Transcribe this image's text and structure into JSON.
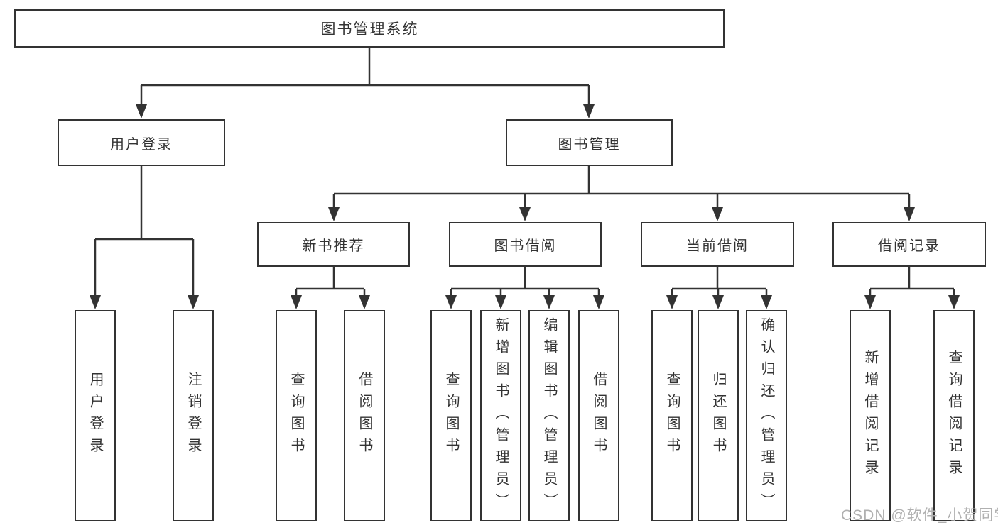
{
  "diagram": {
    "type": "hierarchy-tree",
    "tree": {
      "label": "图书管理系统",
      "children": [
        {
          "label": "用户登录",
          "children": [
            {
              "label": "用户登录"
            },
            {
              "label": "注销登录"
            }
          ]
        },
        {
          "label": "图书管理",
          "children": [
            {
              "label": "新书推荐",
              "children": [
                {
                  "label": "查询图书"
                },
                {
                  "label": "借阅图书"
                }
              ]
            },
            {
              "label": "图书借阅",
              "children": [
                {
                  "label": "查询图书"
                },
                {
                  "label": "新增图书（管理员）"
                },
                {
                  "label": "编辑图书（管理员）"
                },
                {
                  "label": "借阅图书"
                }
              ]
            },
            {
              "label": "当前借阅",
              "children": [
                {
                  "label": "查询图书"
                },
                {
                  "label": "归还图书"
                },
                {
                  "label": "确认归还（管理员）"
                }
              ]
            },
            {
              "label": "借阅记录",
              "children": [
                {
                  "label": "新增借阅记录"
                },
                {
                  "label": "查询借阅记录"
                }
              ]
            }
          ]
        }
      ]
    },
    "colors": {
      "line": "#333333",
      "box_border": "#333333",
      "text": "#333333",
      "background": "#ffffff",
      "watermark": "#b0b0b0"
    }
  },
  "watermark": {
    "text": "CSDN @软件_小贺同学"
  }
}
